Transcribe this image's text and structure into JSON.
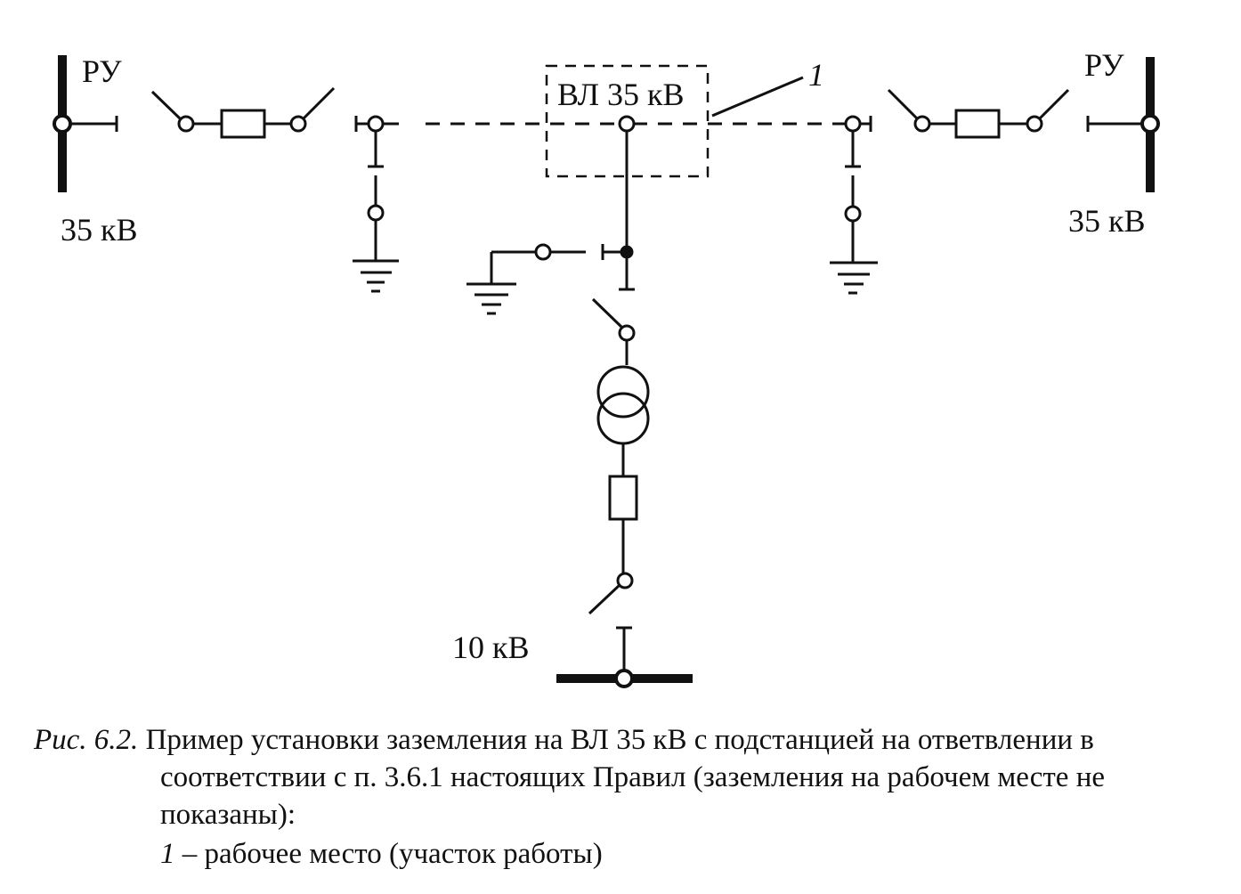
{
  "labels": {
    "ru_left": "РУ",
    "ru_right": "РУ",
    "kv35_left": "35 кВ",
    "kv35_right": "35 кВ",
    "line_label": "ВЛ 35 кВ",
    "work_place_marker": "1",
    "kv10": "10 кВ"
  },
  "caption": {
    "fig_ref": "Рис. 6.2.",
    "line1": "Пример установки заземления на ВЛ 35 кВ с подстанцией на ответвлении в",
    "line2": "соответствии с п. 3.6.1 настоящих Правил (заземления на рабочем месте не",
    "line3": "показаны):",
    "legend_num": "1",
    "legend_text": " – рабочее место (участок работы)"
  },
  "colors": {
    "ink": "#111111",
    "background": "#ffffff"
  }
}
